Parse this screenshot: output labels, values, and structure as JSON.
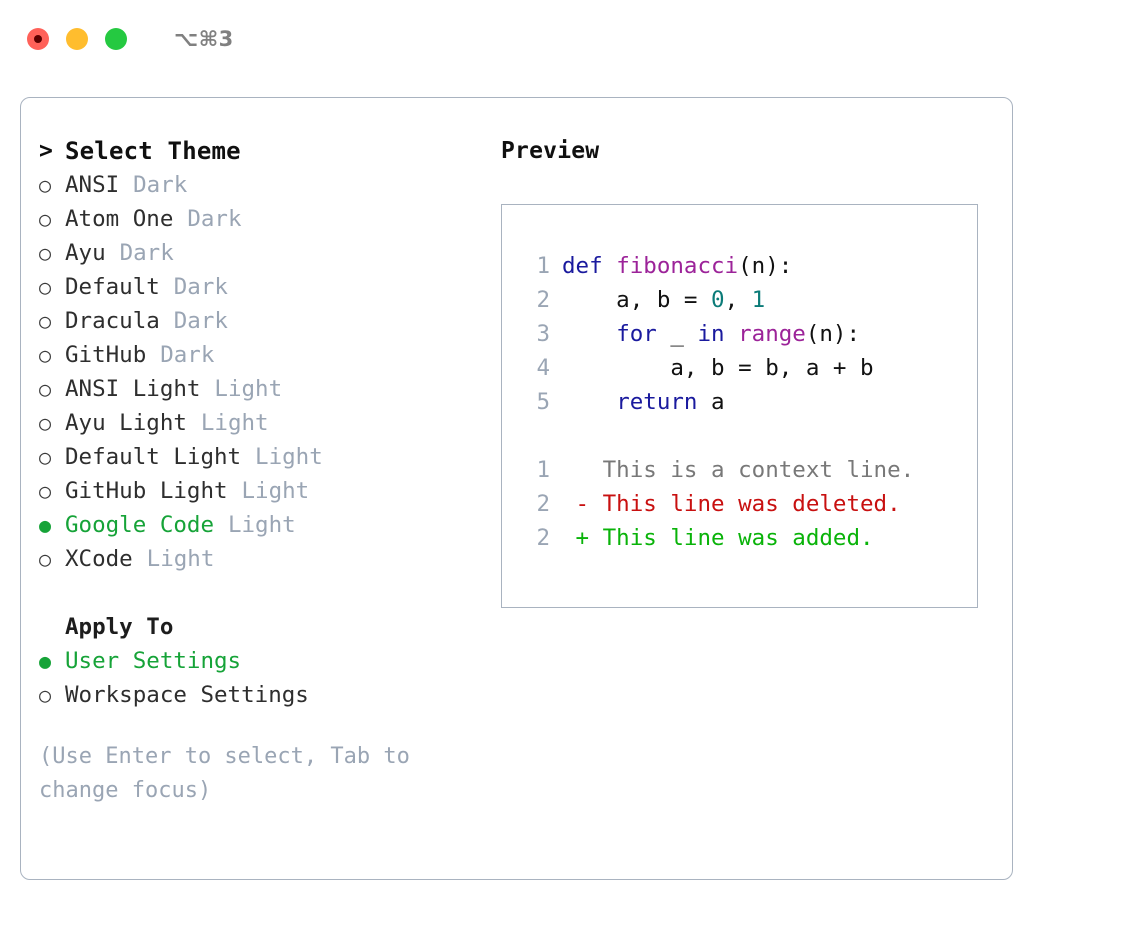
{
  "window": {
    "shortcut": "⌥⌘3",
    "traffic_lights": [
      {
        "name": "close",
        "color": "#FF6159"
      },
      {
        "name": "minimize",
        "color": "#FFBD2E"
      },
      {
        "name": "maximize",
        "color": "#25C941"
      }
    ]
  },
  "theme_list": {
    "heading": "Select Theme",
    "caret": ">",
    "bullet_unselected": "○",
    "bullet_selected": "●",
    "accent_color": "#16a338",
    "items": [
      {
        "label": "ANSI",
        "variant": "Dark",
        "selected": false
      },
      {
        "label": "Atom One",
        "variant": "Dark",
        "selected": false
      },
      {
        "label": "Ayu",
        "variant": "Dark",
        "selected": false
      },
      {
        "label": "Default",
        "variant": "Dark",
        "selected": false
      },
      {
        "label": "Dracula",
        "variant": "Dark",
        "selected": false
      },
      {
        "label": "GitHub",
        "variant": "Dark",
        "selected": false
      },
      {
        "label": "ANSI Light",
        "variant": "Light",
        "selected": false
      },
      {
        "label": "Ayu Light",
        "variant": "Light",
        "selected": false
      },
      {
        "label": "Default Light",
        "variant": "Light",
        "selected": false
      },
      {
        "label": "GitHub Light",
        "variant": "Light",
        "selected": false
      },
      {
        "label": "Google Code",
        "variant": "Light",
        "selected": true
      },
      {
        "label": "XCode",
        "variant": "Light",
        "selected": false
      }
    ]
  },
  "apply_to": {
    "heading": "Apply To",
    "options": [
      {
        "label": "User Settings",
        "selected": true
      },
      {
        "label": "Workspace Settings",
        "selected": false
      }
    ]
  },
  "hint": "(Use Enter to select, Tab to change focus)",
  "preview": {
    "heading": "Preview",
    "code_lines": [
      {
        "n": "1",
        "tokens": [
          {
            "t": "def",
            "c": "kw"
          },
          {
            "t": " ",
            "c": "plain"
          },
          {
            "t": "fibonacci",
            "c": "fn"
          },
          {
            "t": "(n):",
            "c": "plain"
          }
        ]
      },
      {
        "n": "2",
        "tokens": [
          {
            "t": "    a, b = ",
            "c": "plain"
          },
          {
            "t": "0",
            "c": "num"
          },
          {
            "t": ", ",
            "c": "plain"
          },
          {
            "t": "1",
            "c": "num"
          }
        ]
      },
      {
        "n": "3",
        "tokens": [
          {
            "t": "    ",
            "c": "plain"
          },
          {
            "t": "for",
            "c": "kw"
          },
          {
            "t": " _ ",
            "c": "plain"
          },
          {
            "t": "in",
            "c": "kw"
          },
          {
            "t": " ",
            "c": "plain"
          },
          {
            "t": "range",
            "c": "fn"
          },
          {
            "t": "(n):",
            "c": "plain"
          }
        ]
      },
      {
        "n": "4",
        "tokens": [
          {
            "t": "        a, b = b, a + b",
            "c": "plain"
          }
        ]
      },
      {
        "n": "5",
        "tokens": [
          {
            "t": "    ",
            "c": "plain"
          },
          {
            "t": "return",
            "c": "kw"
          },
          {
            "t": " a",
            "c": "plain"
          }
        ]
      }
    ],
    "diff_lines": [
      {
        "n": "1",
        "sign": " ",
        "text": "This is a context line.",
        "kind": "diff-ctx"
      },
      {
        "n": "2",
        "sign": "-",
        "text": "This line was deleted.",
        "kind": "diff-del"
      },
      {
        "n": "2",
        "sign": "+",
        "text": "This line was added.",
        "kind": "diff-add"
      }
    ]
  },
  "colors": {
    "keyword": "#1a1a9e",
    "function": "#9c2399",
    "number": "#0b7b78",
    "diff_added": "#09b309",
    "diff_deleted": "#c81010",
    "diff_context": "#787878",
    "muted": "#9aa5b4",
    "border": "#a9b3c0"
  }
}
